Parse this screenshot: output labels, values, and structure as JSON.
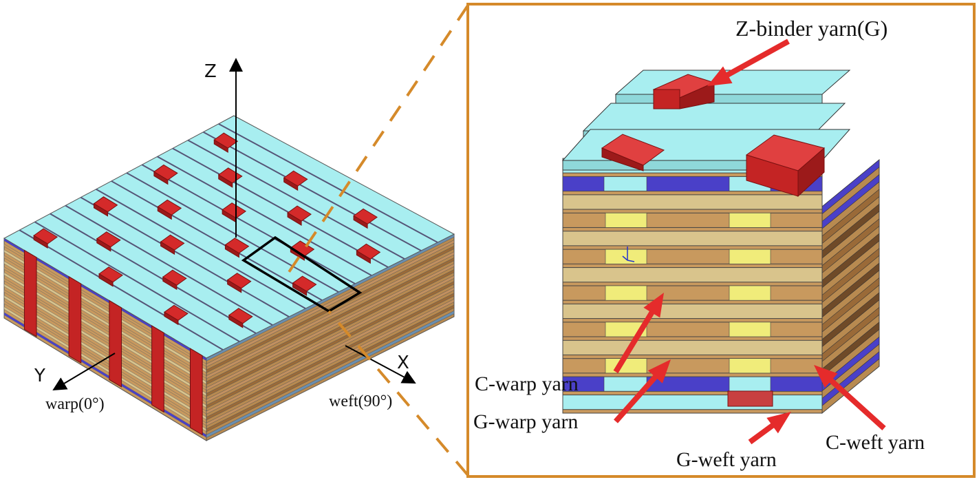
{
  "axes": {
    "z_label": "Z",
    "x_label": "X",
    "y_label": "Y",
    "warp_label": "warp(0°)",
    "weft_label": "weft(90°)"
  },
  "labels": {
    "z_binder": "Z-binder yarn(G)",
    "c_warp": "C-warp yarn",
    "g_warp": "G-warp yarn",
    "g_weft": "G-weft yarn",
    "c_weft": "C-weft yarn"
  },
  "colors": {
    "weft_top": "#a8eef0",
    "binder_red": "#d42a2a",
    "binder_dark": "#9c1a1a",
    "carbon": "#c8995e",
    "carbon_light": "#d9c48c",
    "glass_blue": "#4a40c8",
    "glass_yellow": "#f0ec7a",
    "frame": "#d58a2a",
    "arrow": "#e52b2b"
  }
}
